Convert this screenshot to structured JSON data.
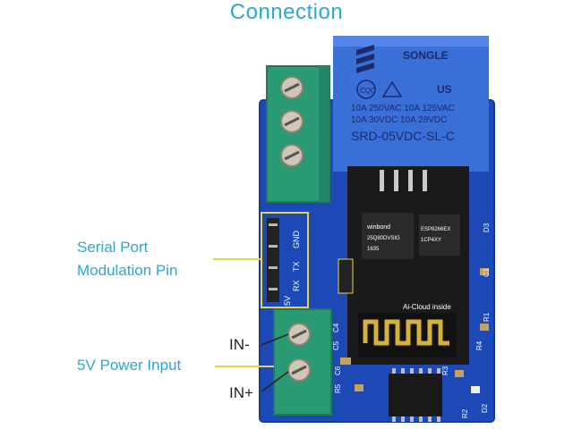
{
  "title": "Connection",
  "labels": {
    "serial_port_line1": "Serial Port",
    "serial_port_line2": "Modulation Pin",
    "power_input": "5V Power Input",
    "in_minus": "IN-",
    "in_plus": "IN+"
  },
  "relay": {
    "brand": "SONGLE",
    "cert1": "CQC",
    "cert2": "US",
    "spec_line1": "10A 250VAC 10A 125VAC",
    "spec_line2": "10A 30VDC 10A 28VDC",
    "model": "SRD-05VDC-SL-C"
  },
  "module": {
    "chip1_line1": "winbond",
    "chip1_line2": "25Q80DVSIG",
    "chip1_line3": "1635",
    "chip2_line1": "ESP8266EX",
    "chip2_line2": "1CP4XY",
    "shield_text": "Ai-Cloud inside"
  },
  "header_pins": [
    "5V",
    "RX",
    "TX",
    "GND"
  ],
  "silkscreen": [
    "C4",
    "C5",
    "C6",
    "R5",
    "C1",
    "D3",
    "R3",
    "R4",
    "R2",
    "D2",
    "R1"
  ],
  "colors": {
    "accent": "#2aa8d8",
    "pcb": "#1c49b5",
    "relay": "#3a6fd8",
    "terminal": "#2a9a74",
    "highlight": "#e7d44a"
  }
}
